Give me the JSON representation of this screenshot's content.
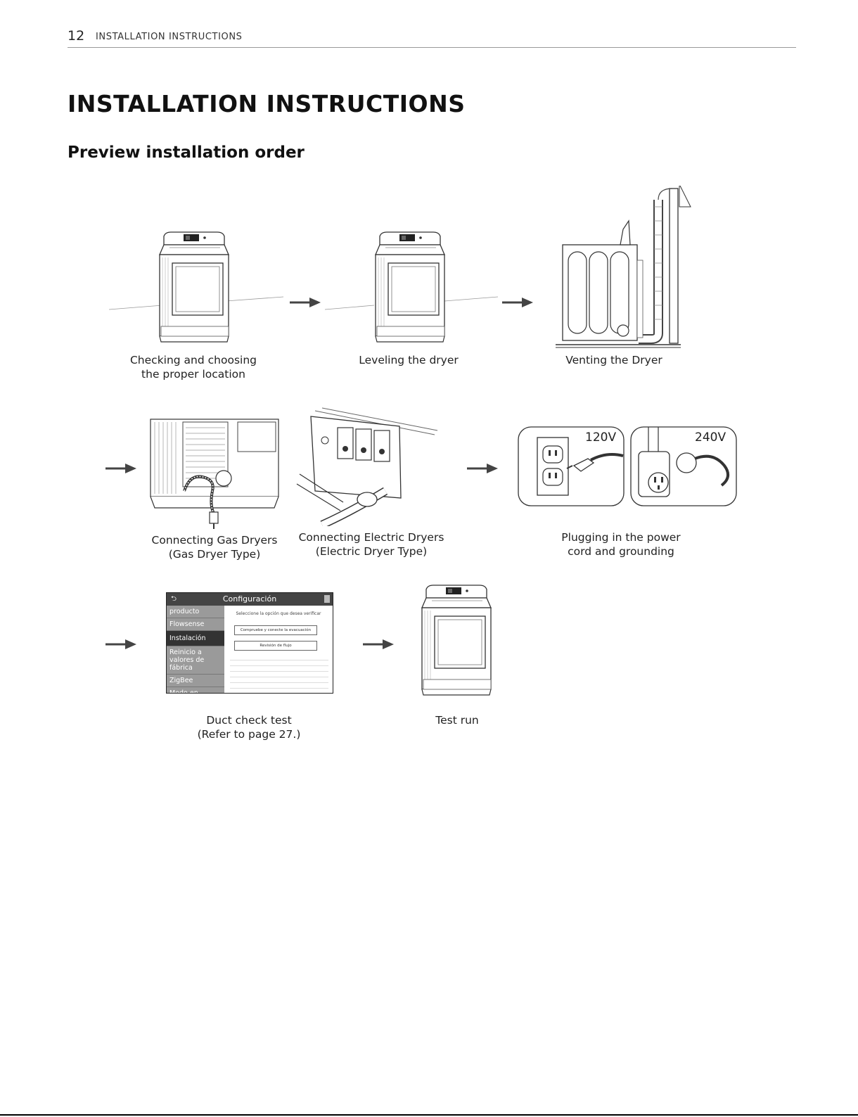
{
  "header": {
    "page_number": "12",
    "running_title": "INSTALLATION INSTRUCTIONS"
  },
  "title": "INSTALLATION INSTRUCTIONS",
  "subtitle": "Preview installation order",
  "steps": [
    {
      "line1": "Checking and choosing",
      "line2": "the proper location"
    },
    {
      "line1": "Leveling the dryer",
      "line2": ""
    },
    {
      "line1": "Venting the Dryer",
      "line2": ""
    },
    {
      "line1": "Connecting Gas Dryers",
      "line2": "(Gas Dryer Type)"
    },
    {
      "line1": "Connecting Electric Dryers",
      "line2": "(Electric Dryer Type)"
    },
    {
      "line1": "Plugging in the power",
      "line2": "cord and grounding"
    },
    {
      "line1": "Duct check test",
      "line2": "(Refer to page 27.)"
    },
    {
      "line1": "Test run",
      "line2": ""
    }
  ],
  "outlets": {
    "voltage_120": "120V",
    "voltage_240": "240V"
  },
  "screen": {
    "title": "Configuración",
    "menu": [
      "producto",
      "Flowsense",
      "Instalación",
      "Reinicio a valores de fábrica",
      "ZigBee",
      "Modo en espera (Stand-By Mode)"
    ],
    "prompt": "Seleccione la opción que desea verificar",
    "buttons": [
      "Compruebe y conecte la evacuación",
      "Revisión de flujo"
    ]
  }
}
